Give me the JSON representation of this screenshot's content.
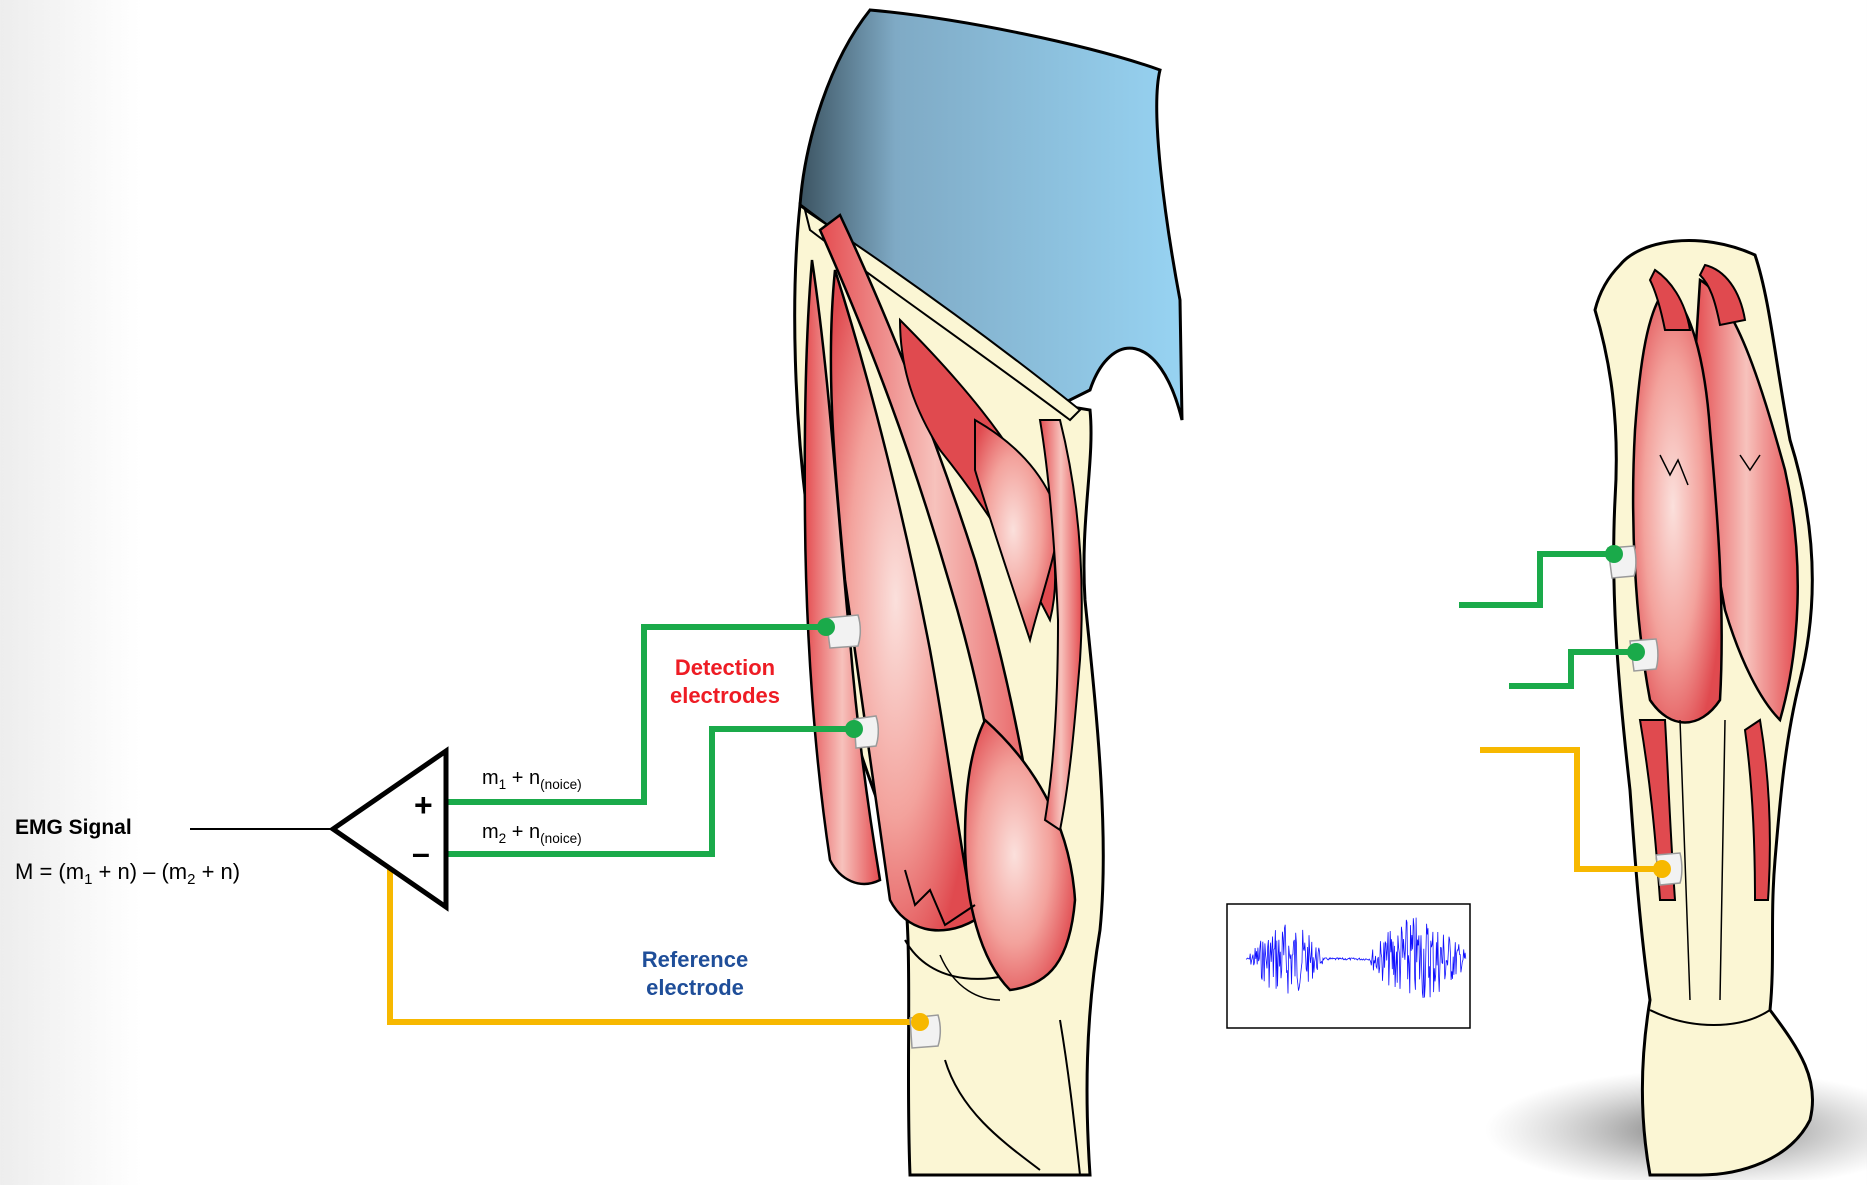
{
  "labels": {
    "emg_signal": "EMG Signal",
    "formula_html": "M = (m<sub>1</sub> + n) – (m<sub>2</sub> + n)",
    "m1_html": "m<sub>1</sub> + n<sub>(noice)</sub>",
    "m2_html": "m<sub>2</sub> + n<sub>(noice)</sub>",
    "plus": "+",
    "minus": "–",
    "detection_line1": "Detection",
    "detection_line2": "electrodes",
    "reference_line1": "Reference",
    "reference_line2": "electrode"
  },
  "colors": {
    "detection_wire": "#1aaa4a",
    "reference_wire": "#f7b800",
    "detection_text": "#ee1c24",
    "reference_text": "#1f4e99",
    "emg_trace": "#1010ff",
    "muscle": "#e9555a",
    "bone": "#fbf6d4",
    "pelvis_top": "#8fcdee"
  },
  "icons": {
    "amplifier": "differential-amplifier-icon",
    "electrode": "electrode-pad-icon"
  }
}
